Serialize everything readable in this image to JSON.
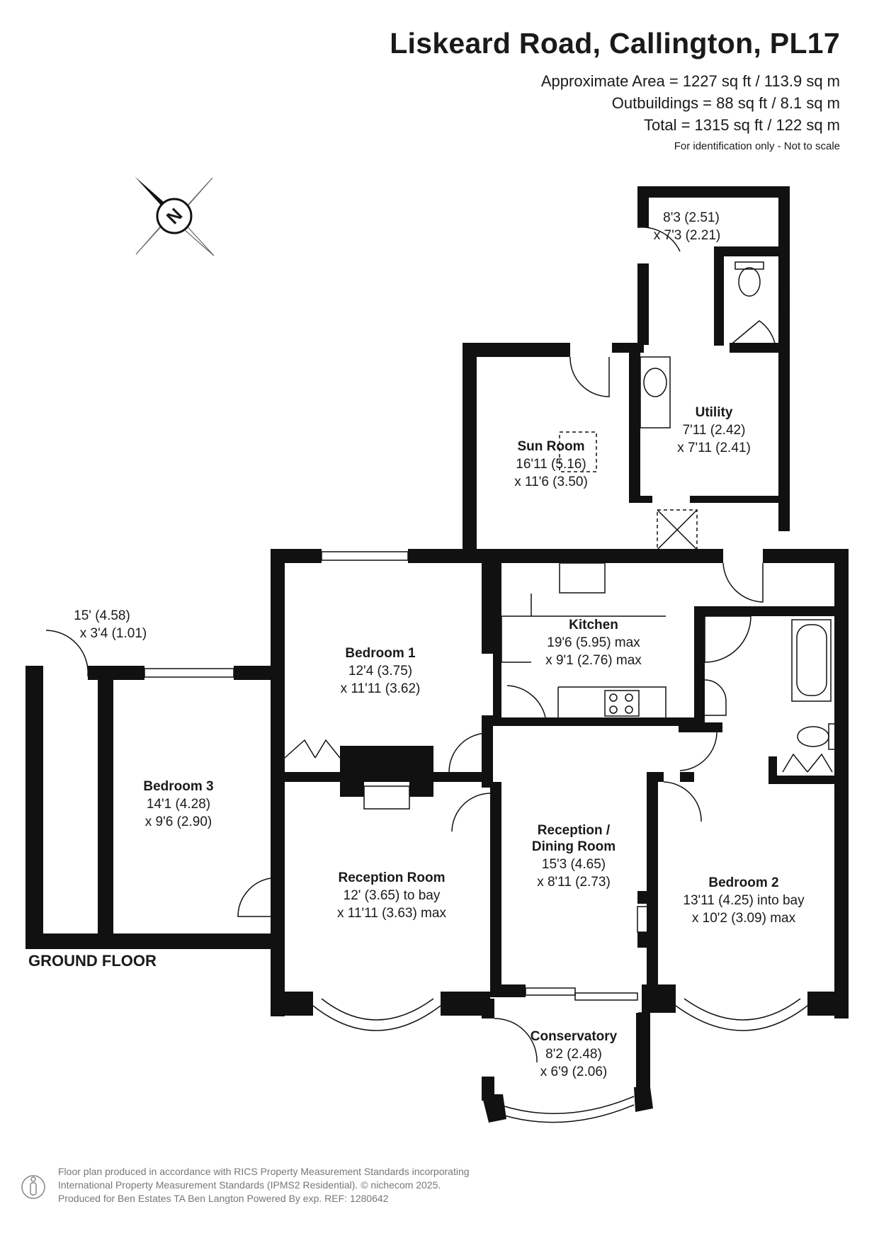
{
  "header": {
    "title": "Liskeard Road, Callington, PL17",
    "area_line": "Approximate Area = 1227 sq ft / 113.9 sq m",
    "outbuildings_line": "Outbuildings = 88 sq ft / 8.1 sq m",
    "total_line": "Total = 1315 sq ft / 122 sq m",
    "note": "For identification only - Not to scale"
  },
  "compass": {
    "letter": "N",
    "icon": "north-arrow-icon"
  },
  "rooms": {
    "store": {
      "dim1": "8'3 (2.51)",
      "dim2": "x 7'3 (2.21)"
    },
    "sun_room": {
      "name": "Sun Room",
      "dim1": "16'11 (5.16)",
      "dim2": "x 11'6 (3.50)"
    },
    "utility": {
      "name": "Utility",
      "dim1": "7'11 (2.42)",
      "dim2": "x 7'11 (2.41)"
    },
    "kitchen": {
      "name": "Kitchen",
      "dim1": "19'6 (5.95) max",
      "dim2": "x 9'1 (2.76) max"
    },
    "bedroom1": {
      "name": "Bedroom 1",
      "dim1": "12'4 (3.75)",
      "dim2": "x 11'11 (3.62)"
    },
    "garage": {
      "dim1": "15' (4.58)",
      "dim2": "x 3'4 (1.01)"
    },
    "bedroom3": {
      "name": "Bedroom 3",
      "dim1": "14'1 (4.28)",
      "dim2": "x 9'6 (2.90)"
    },
    "reception_room": {
      "name": "Reception Room",
      "dim1": "12' (3.65) to bay",
      "dim2": "x 11'11 (3.63) max"
    },
    "reception_dining": {
      "name1": "Reception /",
      "name2": "Dining Room",
      "dim1": "15'3 (4.65)",
      "dim2": "x 8'11 (2.73)"
    },
    "bedroom2": {
      "name": "Bedroom 2",
      "dim1": "13'11 (4.25) into bay",
      "dim2": "x 10'2 (3.09) max"
    },
    "conservatory": {
      "name": "Conservatory",
      "dim1": "8'2 (2.48)",
      "dim2": "x 6'9 (2.06)"
    }
  },
  "floor_label": "GROUND FLOOR",
  "footer": {
    "line1": "Floor plan produced in accordance with RICS Property Measurement Standards incorporating",
    "line2": "International Property Measurement Standards (IPMS2 Residential).  © nichecom 2025.",
    "line3": "Produced for Ben Estates TA Ben Langton Powered By exp.   REF:  1280642"
  },
  "colors": {
    "wall": "#111111",
    "text": "#1a1a1a",
    "footer": "#777777"
  }
}
